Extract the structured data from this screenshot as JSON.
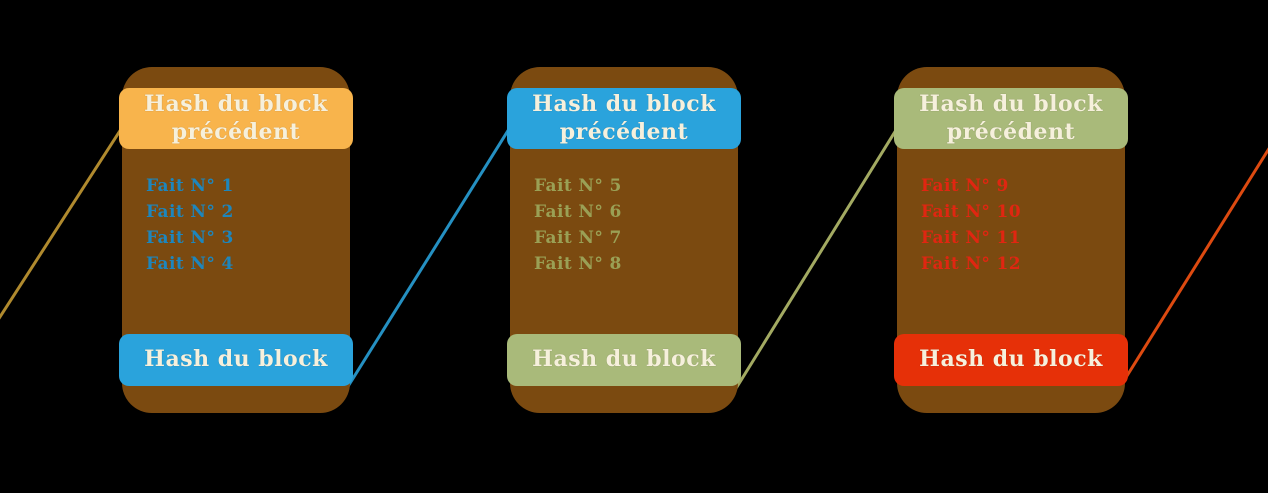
{
  "diagram": {
    "background_color": "#000000",
    "block_body_color": "#7b4a10",
    "band_text_color": "#f6f0dc",
    "blocks": [
      {
        "header": {
          "label": "Hash du block précédent",
          "color": "#f8b44c"
        },
        "facts": [
          "Fait N° 1",
          "Fait N° 2",
          "Fait N° 3",
          "Fait N° 4"
        ],
        "facts_color": "#1d86bd",
        "footer": {
          "label": "Hash du block",
          "color": "#2aa3dc"
        }
      },
      {
        "header": {
          "label": "Hash du block précédent",
          "color": "#2aa3dc"
        },
        "facts": [
          "Fait N° 5",
          "Fait N° 6",
          "Fait N° 7",
          "Fait N° 8"
        ],
        "facts_color": "#9aa055",
        "footer": {
          "label": "Hash du block",
          "color": "#a9ba7a"
        }
      },
      {
        "header": {
          "label": "Hash du block précédent",
          "color": "#a9ba7a"
        },
        "facts": [
          "Fait N° 9",
          "Fait N° 10",
          "Fait N° 11",
          "Fait N° 12"
        ],
        "facts_color": "#e02611",
        "footer": {
          "label": "Hash du block",
          "color": "#e63008"
        }
      }
    ],
    "connectors": [
      {
        "name": "chain-link-into-block-1",
        "color": "#b08a2e"
      },
      {
        "name": "chain-link-block-1-to-2",
        "color": "#2590c2"
      },
      {
        "name": "chain-link-block-2-to-3",
        "color": "#a3aa62"
      },
      {
        "name": "chain-link-out-of-block-3",
        "color": "#dd4a10"
      }
    ]
  }
}
